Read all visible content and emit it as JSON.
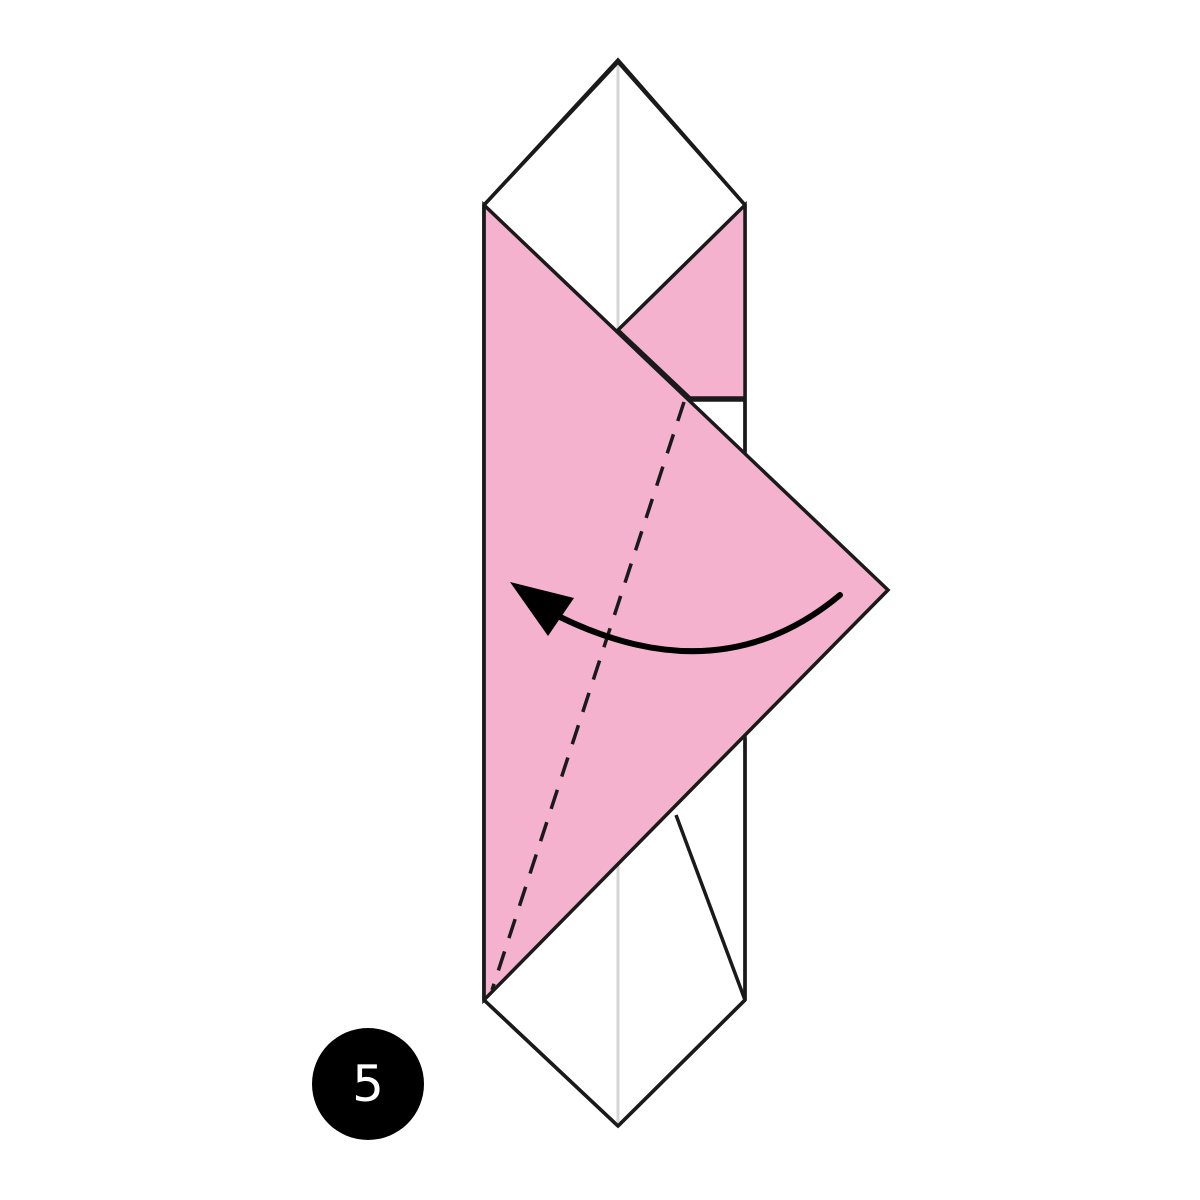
{
  "step": {
    "number": "5"
  },
  "colors": {
    "paper_front": "#f4b2cf",
    "paper_back": "#ffffff",
    "outline": "#1a1a1a",
    "center_crease": "#d6d6d6",
    "badge_background": "#000000",
    "badge_text": "#ffffff"
  },
  "diagram": {
    "fold_line_style": "dashed",
    "arrow_direction": "counterclockwise-to-left",
    "icons": [
      "curved-fold-arrow",
      "valley-fold-dashed-line"
    ]
  }
}
